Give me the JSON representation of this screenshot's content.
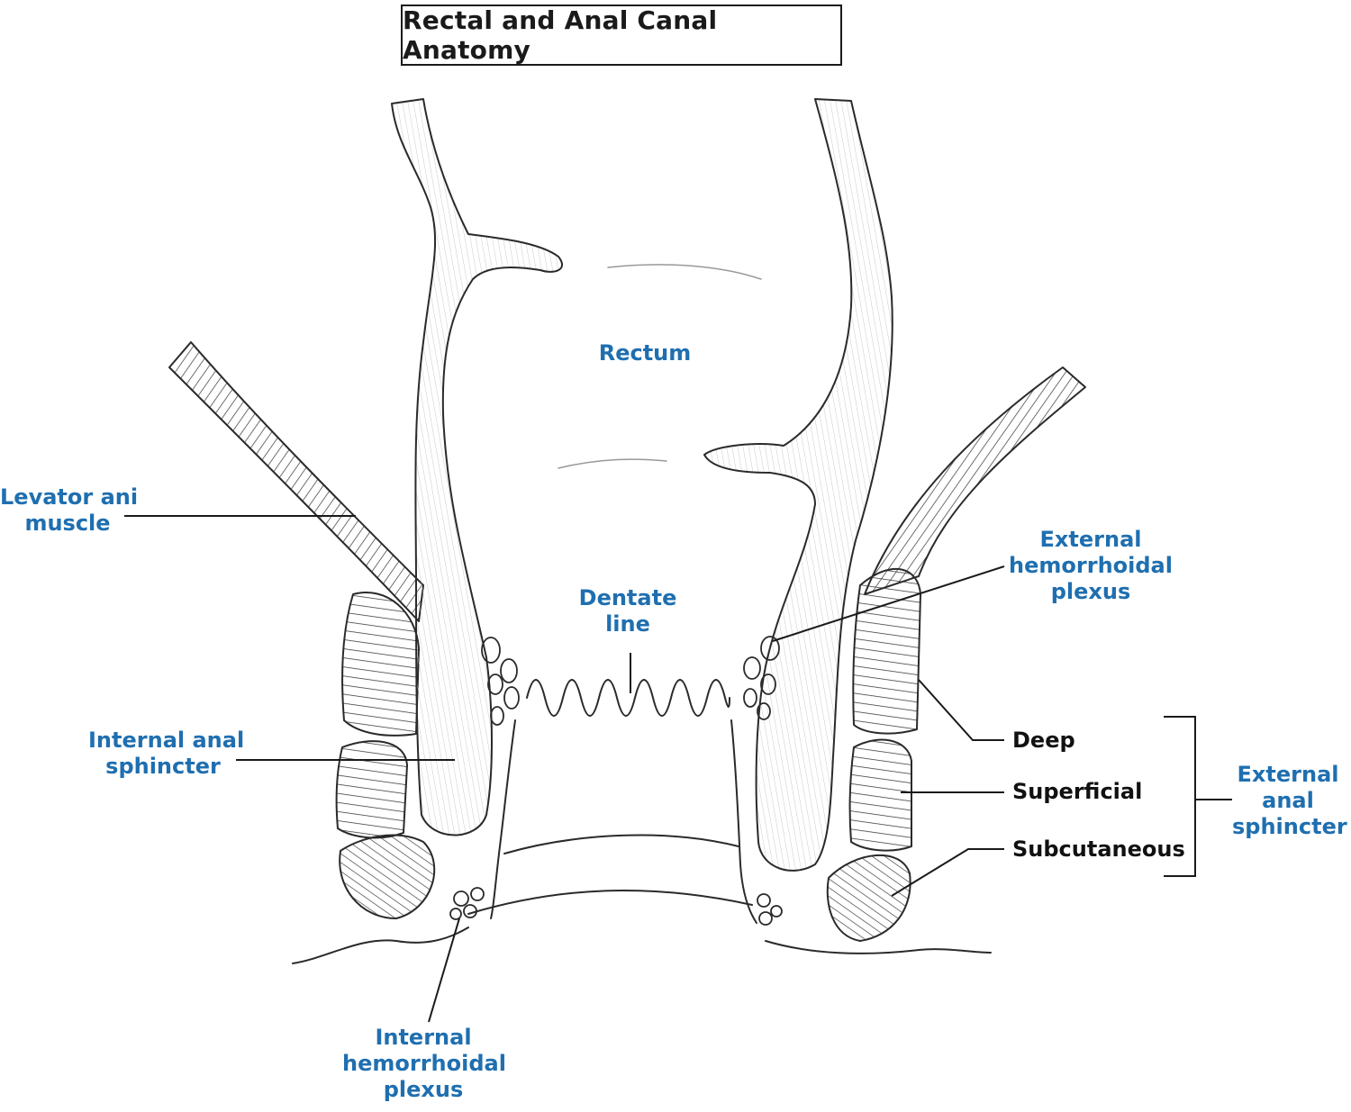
{
  "title": "Rectal and Anal Canal Anatomy",
  "colors": {
    "label_blue": "#1f6fb0",
    "label_black": "#111111",
    "line": "#1a1a1a"
  },
  "labels": {
    "rectum": [
      "Rectum"
    ],
    "levator_ani_muscle": [
      "Levator ani",
      "muscle"
    ],
    "dentate_line": [
      "Dentate",
      "line"
    ],
    "external_hemorrhoidal_plexus": [
      "External",
      "hemorrhoidal",
      "plexus"
    ],
    "internal_anal_sphincter": [
      "Internal anal",
      "sphincter"
    ],
    "deep": [
      "Deep"
    ],
    "superficial": [
      "Superficial"
    ],
    "subcutaneous": [
      "Subcutaneous"
    ],
    "external_anal_sphincter": [
      "External",
      "anal",
      "sphincter"
    ],
    "internal_hemorrhoidal_plexus": [
      "Internal",
      "hemorrhoidal",
      "plexus"
    ]
  }
}
